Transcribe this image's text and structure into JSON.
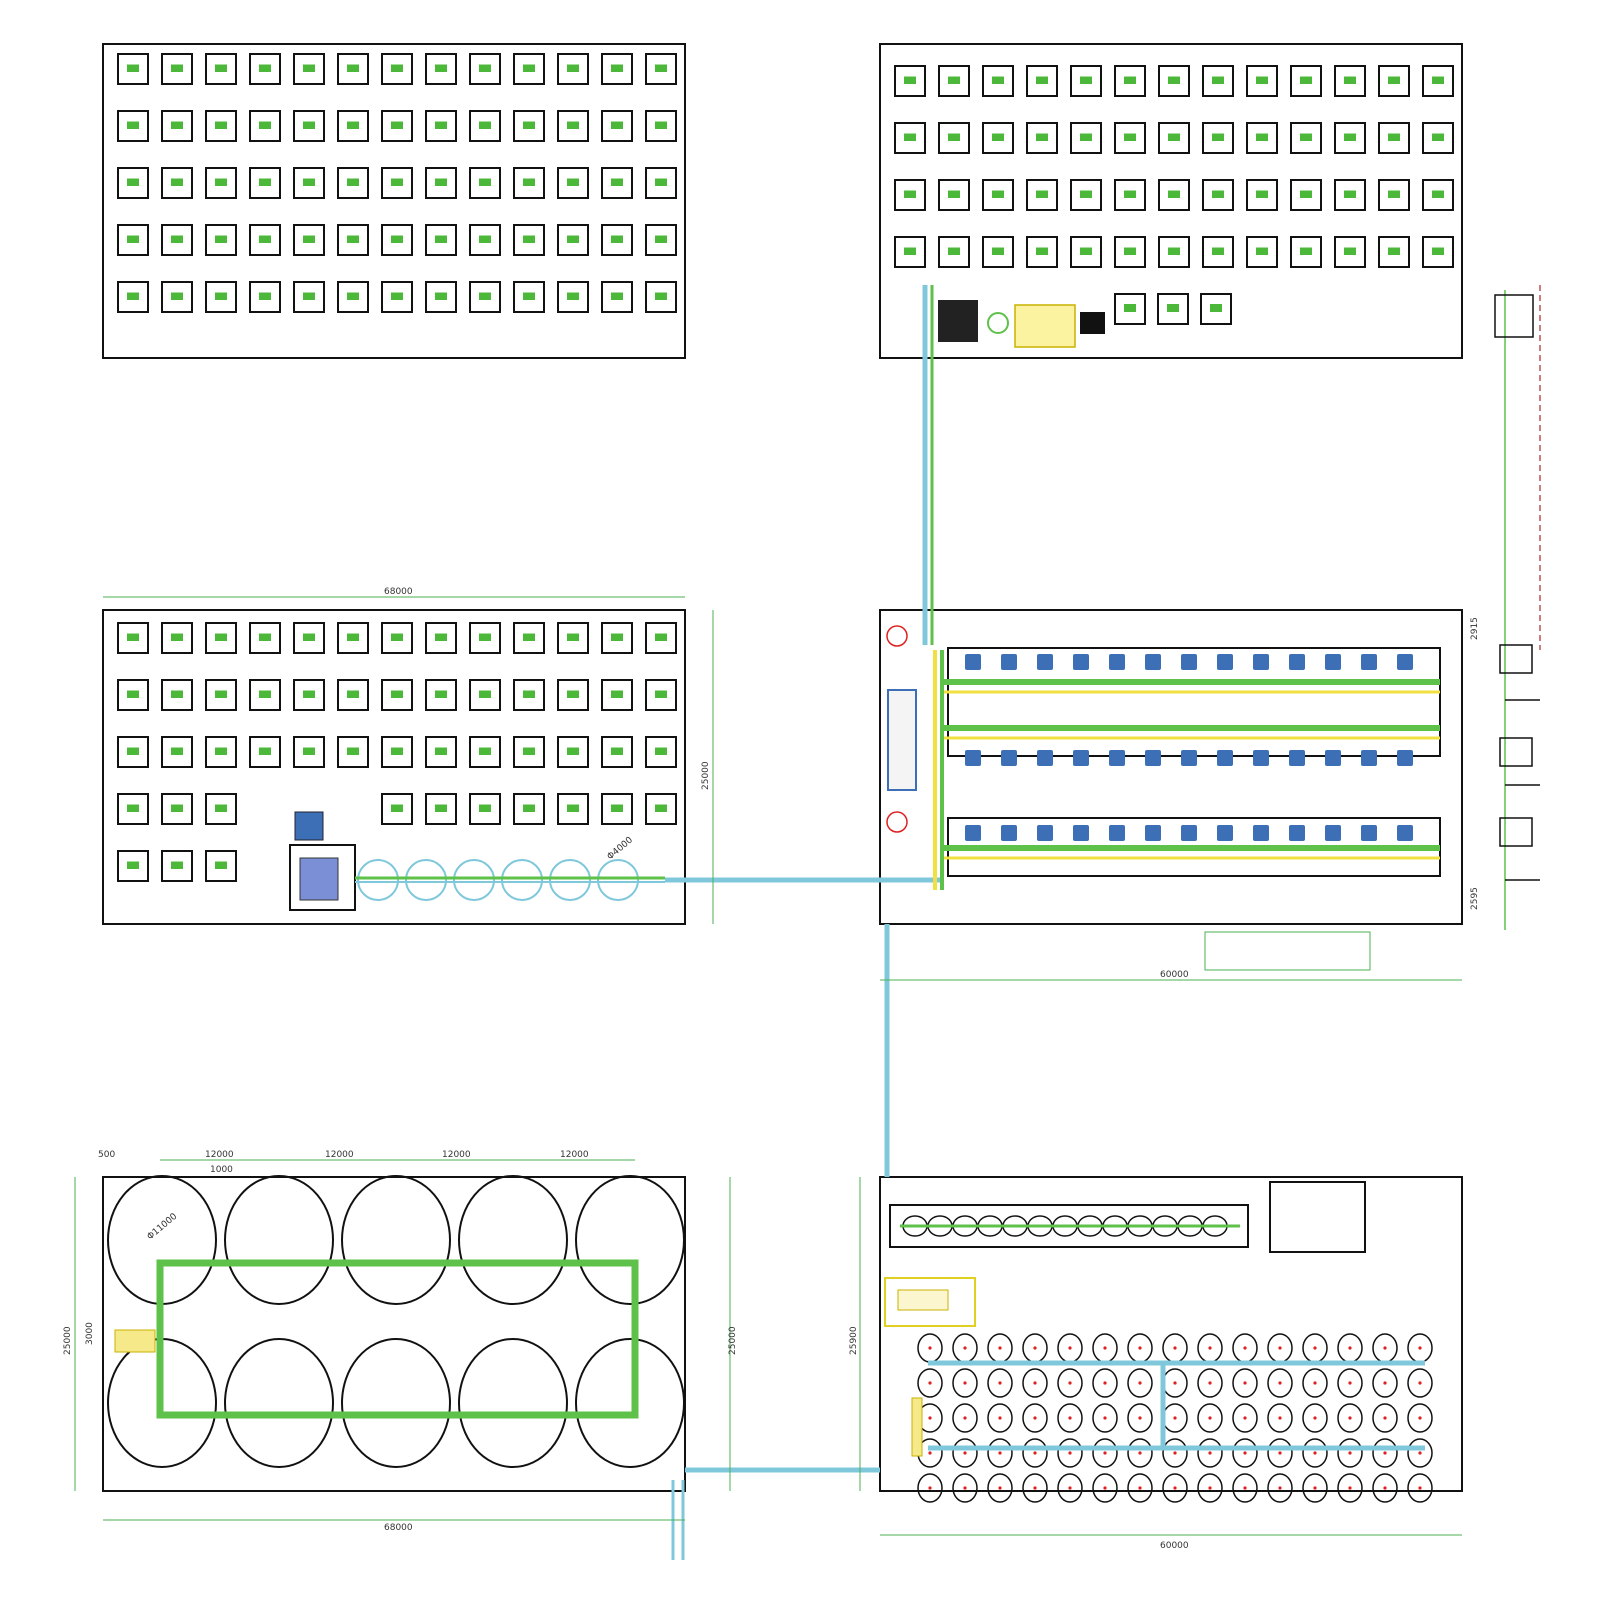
{
  "colors": {
    "outline": "#111111",
    "cell_text": "#4cb83a",
    "pipe_green": "#5ec24a",
    "pipe_cyan": "#7fc8dc",
    "dimension": "#4caf50",
    "annotation": "#e02020",
    "yellow": "#f0e040",
    "tank_blue": "#3d6fb6"
  },
  "dimensions": {
    "width_68000": "68000",
    "width_60000": "60000",
    "height_25000": "25000",
    "height_25900": "25900",
    "d2915": "2915",
    "d2595": "2595",
    "d12000": "12000",
    "d500": "500",
    "d1000": "1000",
    "d3000": "3000",
    "d11000": "Φ11000",
    "d4000": "Φ4000"
  },
  "icons": {
    "tank": "cylindrical-tank-icon",
    "fan": "blower-fan-icon",
    "crosshair": "crosshair-symbol-icon",
    "pump": "pump-unit-icon"
  }
}
